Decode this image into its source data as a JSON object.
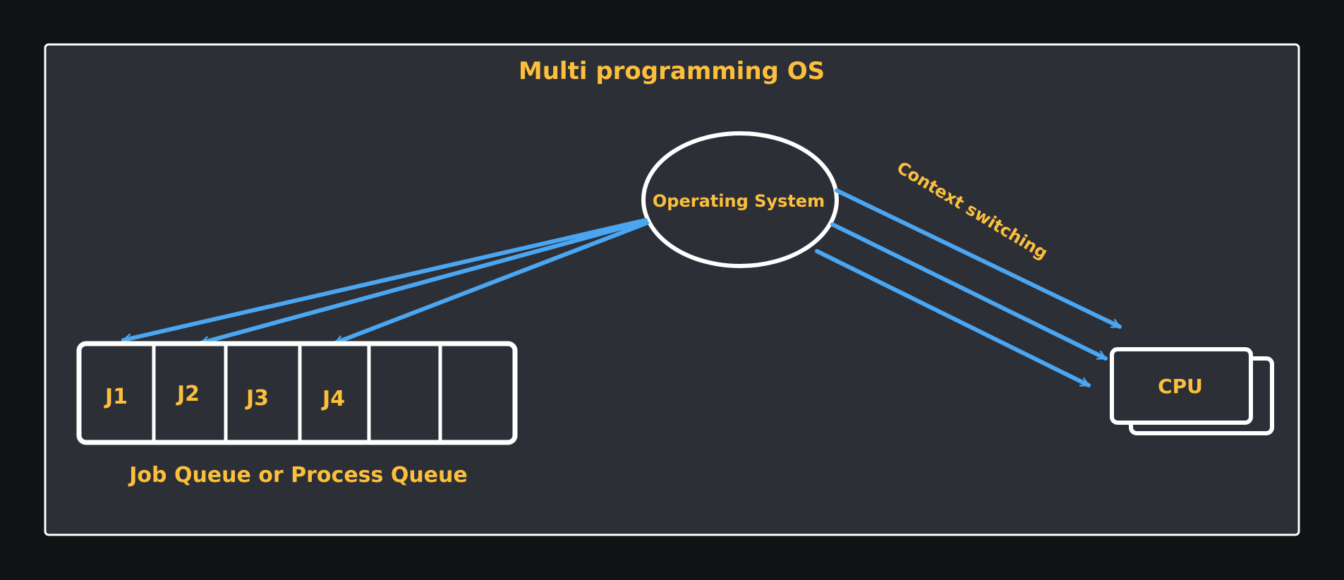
{
  "title": "Multi programming OS",
  "os_label": "Operating System",
  "context_label": "Context switching",
  "queue": {
    "jobs": [
      "J1",
      "J2",
      "J3",
      "J4",
      "",
      ""
    ],
    "caption": "Job Queue or Process Queue"
  },
  "cpu_label": "CPU",
  "colors": {
    "background": "#111213",
    "panel": "#2d2f37",
    "stroke": "#ffffff",
    "text": "#fbbf3c",
    "arrow": "#4ba6f1"
  }
}
